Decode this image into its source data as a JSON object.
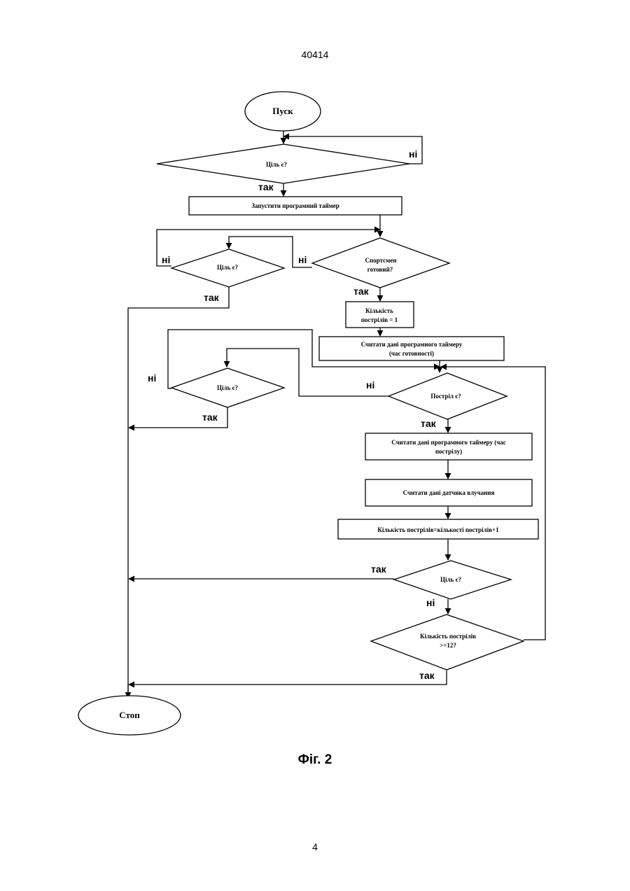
{
  "header": {
    "page_id": "40414"
  },
  "footer": {
    "page_number": "4"
  },
  "figure": {
    "caption": "Фіг. 2",
    "nodes": {
      "start": "Пуск",
      "target_check_1": "Ціль є?",
      "start_timer": "Запустити програмний таймер",
      "target_check_2": "Ціль є?",
      "athlete_ready_line1": "Спортсмен",
      "athlete_ready_line2": "готовий?",
      "shot_count_init_line1": "Кількість",
      "shot_count_init_line2": "пострілів = 1",
      "read_timer_ready_line1": "Считати дані програмного таймеру",
      "read_timer_ready_line2": "(час готовності)",
      "target_check_3": "Ціль є?",
      "shot_check": "Постріл є?",
      "read_timer_shot_line1": "Считати дані програмного таймеру (час",
      "read_timer_shot_line2": "пострілу)",
      "read_hit_sensor": "Считати дані датчика влучання",
      "shot_count_increment": "Кількість пострілів=кількості пострілів+1",
      "target_check_4": "Ціль є?",
      "shot_limit_line1": "Кількість пострілів",
      "shot_limit_line2": ">=12?",
      "stop": "Стоп"
    },
    "branch_labels": {
      "yes": "так",
      "no": "ні"
    }
  }
}
